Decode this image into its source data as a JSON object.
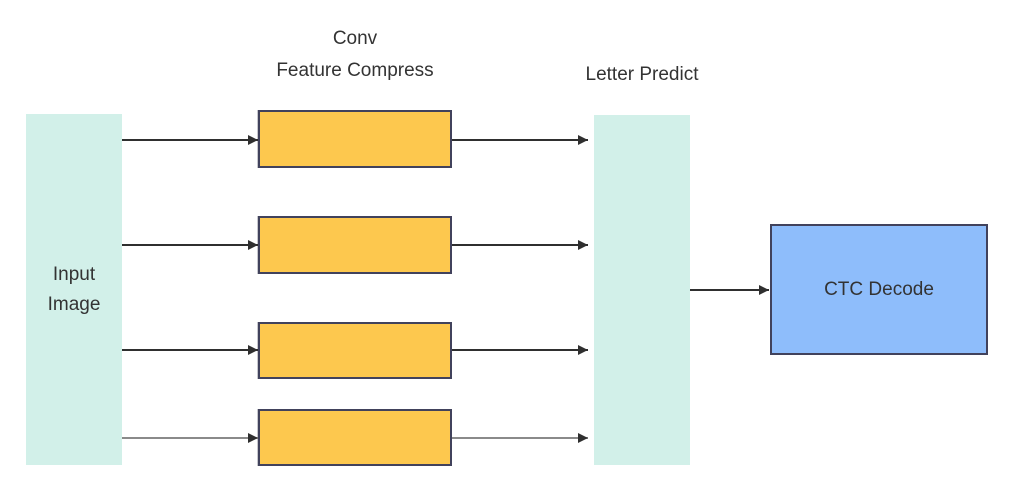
{
  "diagram": {
    "stage_labels": {
      "conv_line1": "Conv",
      "conv_line2": "Feature Compress",
      "conv_full": "Conv\nFeature Compress",
      "letter_predict": "Letter Predict"
    },
    "nodes": {
      "input_image": {
        "label": "Input\nImage"
      },
      "conv_feature_compress_count": 4,
      "ctc_decode": {
        "label": "CTC Decode"
      }
    }
  },
  "colors": {
    "mint": "#d2f0e9",
    "yellow": "#fdc84e",
    "blue": "#8ebdfb",
    "box_border": "#41425c",
    "arrow": "#2f2f2f",
    "arrow_gray": "#8a8a8a",
    "text": "#333333"
  }
}
